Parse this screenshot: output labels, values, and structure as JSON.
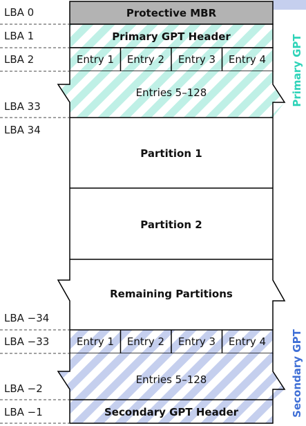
{
  "lba_labels": {
    "lba0": "LBA 0",
    "lba1": "LBA 1",
    "lba2": "LBA 2",
    "lba33": "LBA 33",
    "lba34": "LBA 34",
    "lba_m34": "LBA −34",
    "lba_m33": "LBA −33",
    "lba_m2": "LBA −2",
    "lba_m1": "LBA −1"
  },
  "blocks": {
    "protective_mbr": "Protective MBR",
    "primary_header": "Primary GPT Header",
    "entries_primary": "Entries 5–128",
    "partition1": "Partition 1",
    "partition2": "Partition 2",
    "remaining": "Remaining Partitions",
    "entries_secondary": "Entries 5–128",
    "secondary_header": "Secondary GPT Header"
  },
  "entries_primary": [
    "Entry 1",
    "Entry 2",
    "Entry 3",
    "Entry 4"
  ],
  "entries_secondary": [
    "Entry 1",
    "Entry 2",
    "Entry 3",
    "Entry 4"
  ],
  "side_labels": {
    "primary": "Primary GPT",
    "secondary": "Secondary GPT"
  },
  "colors": {
    "primary_accent": "#2ed3b8",
    "primary_stripe": "#bff0e6",
    "secondary_accent": "#3f6fd6",
    "secondary_stripe": "#c5cfee",
    "mbr_fill": "#b3b3b3"
  }
}
